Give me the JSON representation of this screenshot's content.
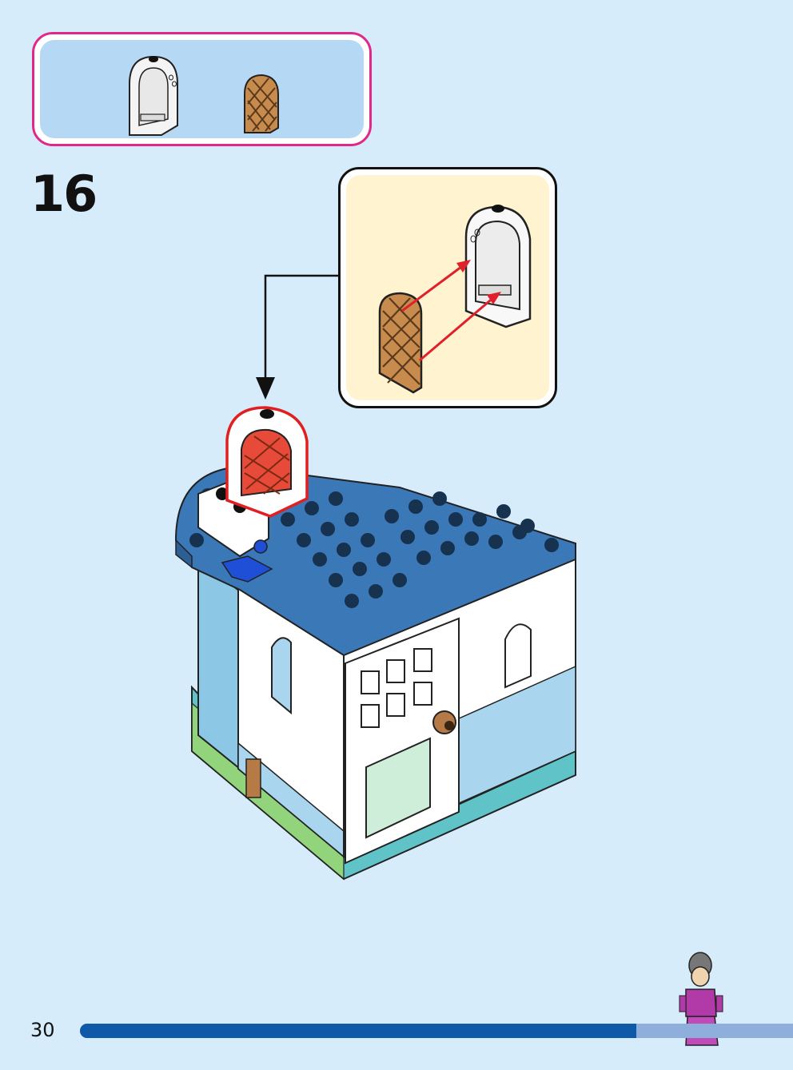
{
  "step": {
    "number": "16"
  },
  "page": {
    "number": "30"
  },
  "progress": {
    "fraction": 0.78
  },
  "parts": [
    {
      "name": "white-arch-window-frame",
      "color": "#ffffff"
    },
    {
      "name": "brown-lattice-window-pane",
      "color": "#c88b4e"
    }
  ],
  "colors": {
    "page_background": "#d6ecfb",
    "parts_box_border": "#e0288a",
    "parts_box_fill": "#b5d9f5",
    "callout_fill": "#fff4cf",
    "roof_blue": "#3a78b8",
    "wall_light_blue": "#a9d6ee",
    "base_teal": "#5fc3c8",
    "highlight_red": "#e02020",
    "arrow_red": "#e0202a"
  }
}
